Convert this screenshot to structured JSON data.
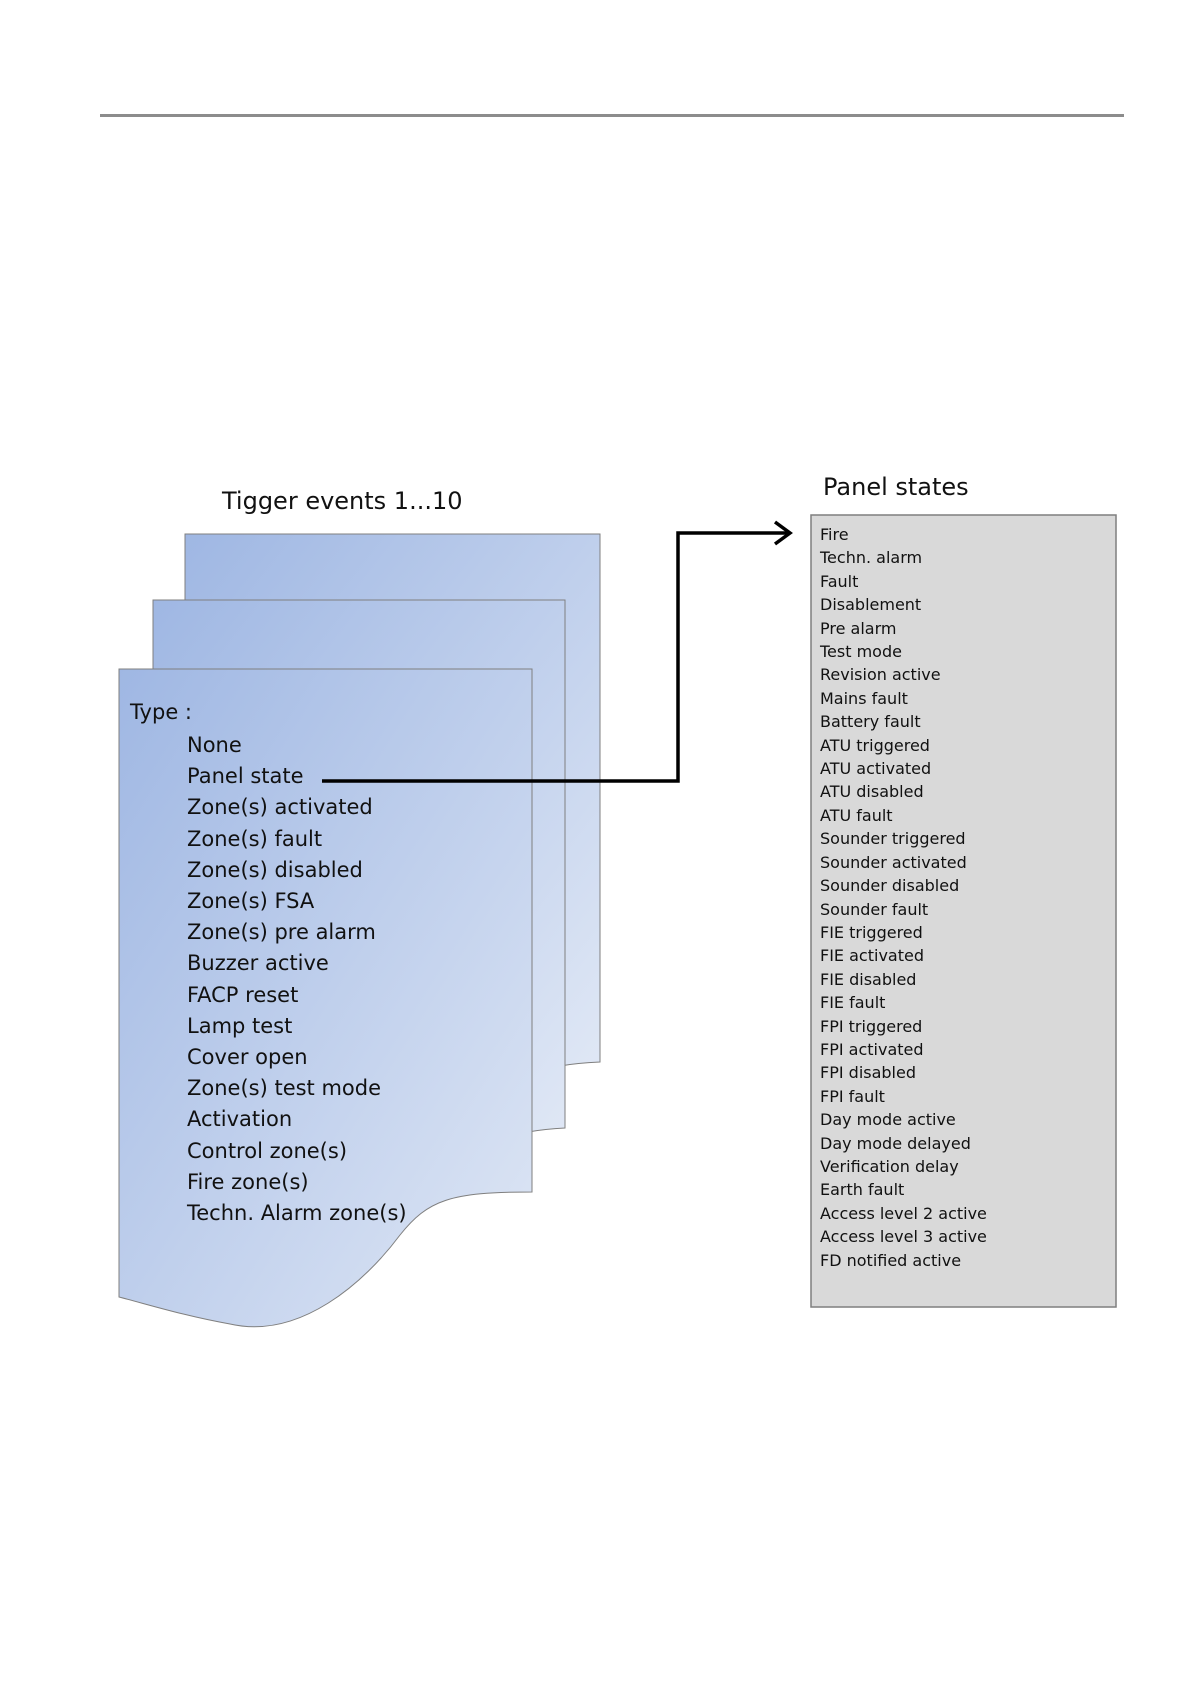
{
  "trigger_events": {
    "title": "Tigger events 1...10",
    "type_label": "Type :",
    "types": [
      "None",
      "Panel state",
      "Zone(s) activated",
      "Zone(s) fault",
      "Zone(s) disabled",
      "Zone(s) FSA",
      "Zone(s) pre alarm",
      "Buzzer active",
      "FACP reset",
      "Lamp test",
      "Cover open",
      "Zone(s) test mode",
      "Activation",
      "Control zone(s)",
      "Fire zone(s)",
      "Techn. Alarm zone(s)"
    ]
  },
  "panel_states": {
    "title": "Panel states",
    "items": [
      "Fire",
      "Techn. alarm",
      "Fault",
      "Disablement",
      "Pre alarm",
      "Test mode",
      "Revision active",
      "Mains fault",
      "Battery fault",
      "ATU triggered",
      "ATU activated",
      "ATU disabled",
      "ATU fault",
      "Sounder triggered",
      "Sounder activated",
      "Sounder disabled",
      "Sounder fault",
      "FIE triggered",
      "FIE activated",
      "FIE disabled",
      "FIE fault",
      "FPI triggered",
      "FPI activated",
      "FPI disabled",
      "FPI fault",
      "Day mode active",
      "Day mode delayed",
      "Verification delay",
      "Earth fault",
      "Access level 2 active",
      "Access level 3 active",
      "FD notified active"
    ]
  },
  "colors": {
    "sheet_gradient_start": "#9fb7e3",
    "sheet_gradient_end": "#dfe7f5",
    "panel_box_fill": "#d9d9d9",
    "panel_box_border": "#7f7f7f",
    "connector": "#000000",
    "rule": "#8c8c8c"
  }
}
